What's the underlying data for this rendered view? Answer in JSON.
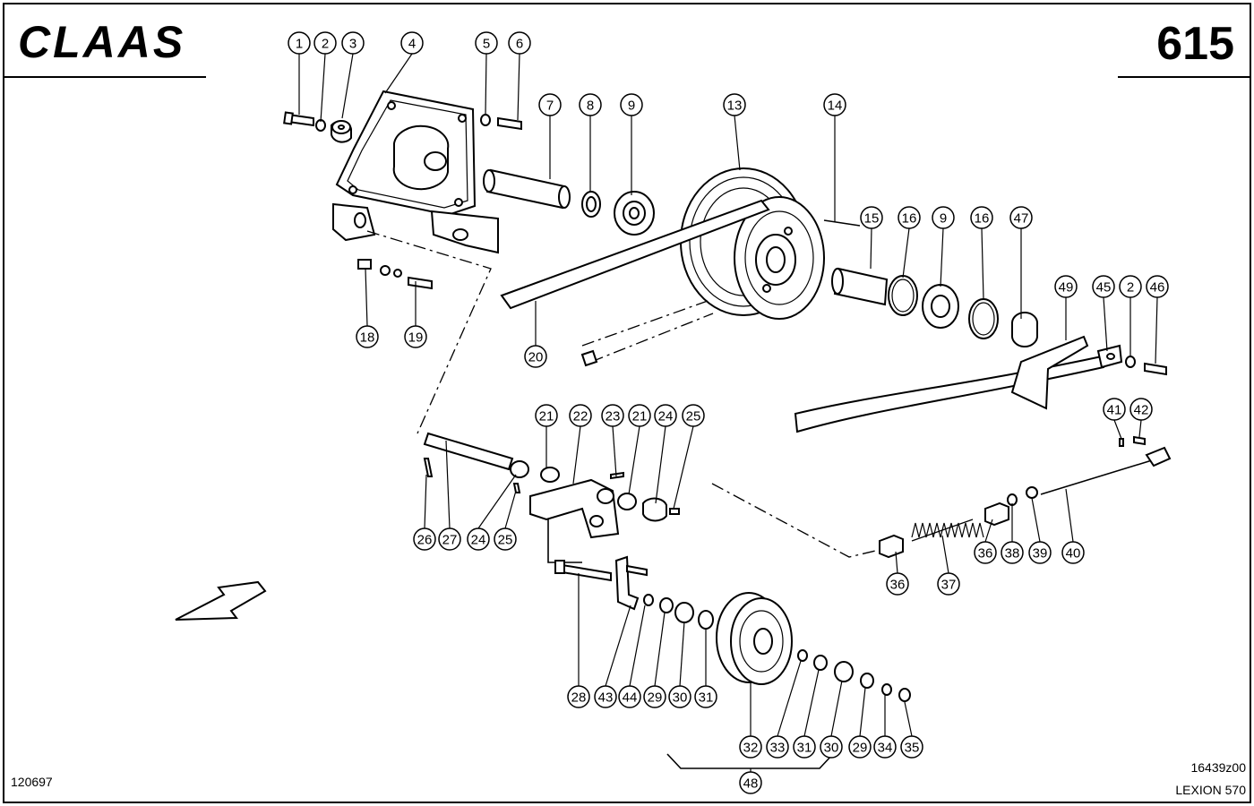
{
  "header": {
    "brand": "CLAAS",
    "page_number": "615"
  },
  "footer": {
    "date_code": "120697",
    "drawing_code": "16439z00",
    "model": "LEXION 570"
  },
  "callouts": [
    "1",
    "2",
    "3",
    "4",
    "5",
    "6",
    "7",
    "8",
    "9",
    "13",
    "14",
    "15",
    "16",
    "9",
    "16",
    "47",
    "49",
    "45",
    "2",
    "46",
    "18",
    "19",
    "20",
    "21",
    "22",
    "23",
    "21",
    "24",
    "25",
    "41",
    "42",
    "26",
    "27",
    "24",
    "25",
    "36",
    "38",
    "39",
    "40",
    "36",
    "37",
    "28",
    "43",
    "44",
    "29",
    "30",
    "31",
    "32",
    "33",
    "31",
    "30",
    "29",
    "34",
    "35",
    "48"
  ],
  "colors": {
    "ink": "#000000",
    "paper": "#ffffff"
  }
}
